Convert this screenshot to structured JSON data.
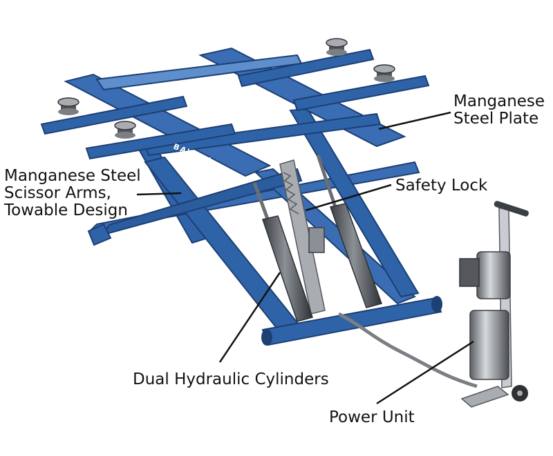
{
  "brand": "BAWELL",
  "labels": {
    "plate": [
      "Manganese",
      "Steel Plate"
    ],
    "arms": [
      "Manganese Steel",
      "Scissor Arms,",
      "Towable Design"
    ],
    "lock": "Safety Lock",
    "cylinders": "Dual Hydraulic Cylinders",
    "power": "Power Unit"
  },
  "colors": {
    "frame_blue": "#2f63a8",
    "frame_dark": "#1c3f74",
    "frame_light": "#5e8fcc",
    "metal": "#a9adb2",
    "metal_dark": "#54585d",
    "line": "#111111"
  }
}
